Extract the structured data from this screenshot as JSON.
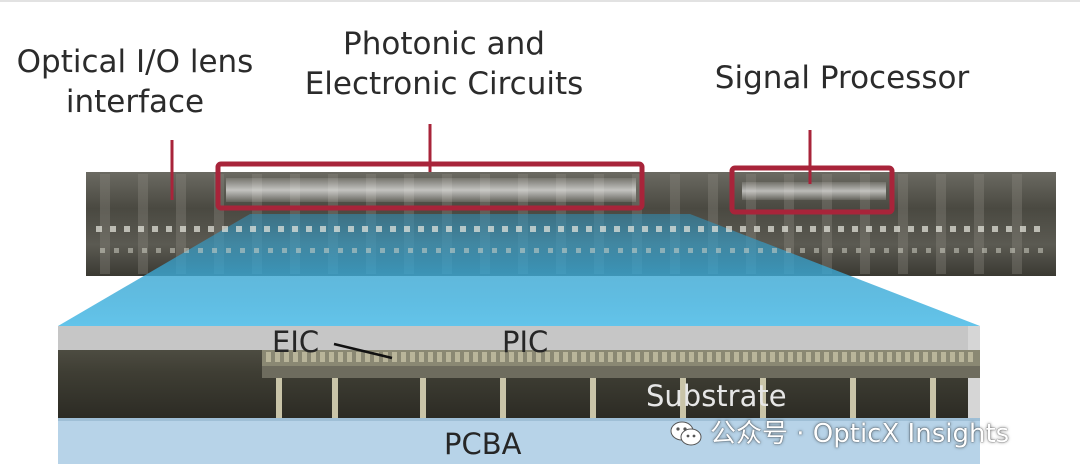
{
  "labels": {
    "optical_io_line1": "Optical I/O lens",
    "optical_io_line2": "interface",
    "photonic_line1": "Photonic and",
    "photonic_line2": "Electronic Circuits",
    "signal_processor": "Signal Processor",
    "eic": "EIC",
    "pic": "PIC",
    "substrate": "Substrate",
    "pcba": "PCBA"
  },
  "watermark": {
    "text": "公众号 · OpticX Insights",
    "icon": "wechat-icon"
  },
  "colors": {
    "highlight_box": "#a8243a",
    "projection": "#35a9d6",
    "pcba": "#b7d3e8",
    "chip_bg": "#3e3d36",
    "substrate_strip": "#c2c2c2"
  }
}
